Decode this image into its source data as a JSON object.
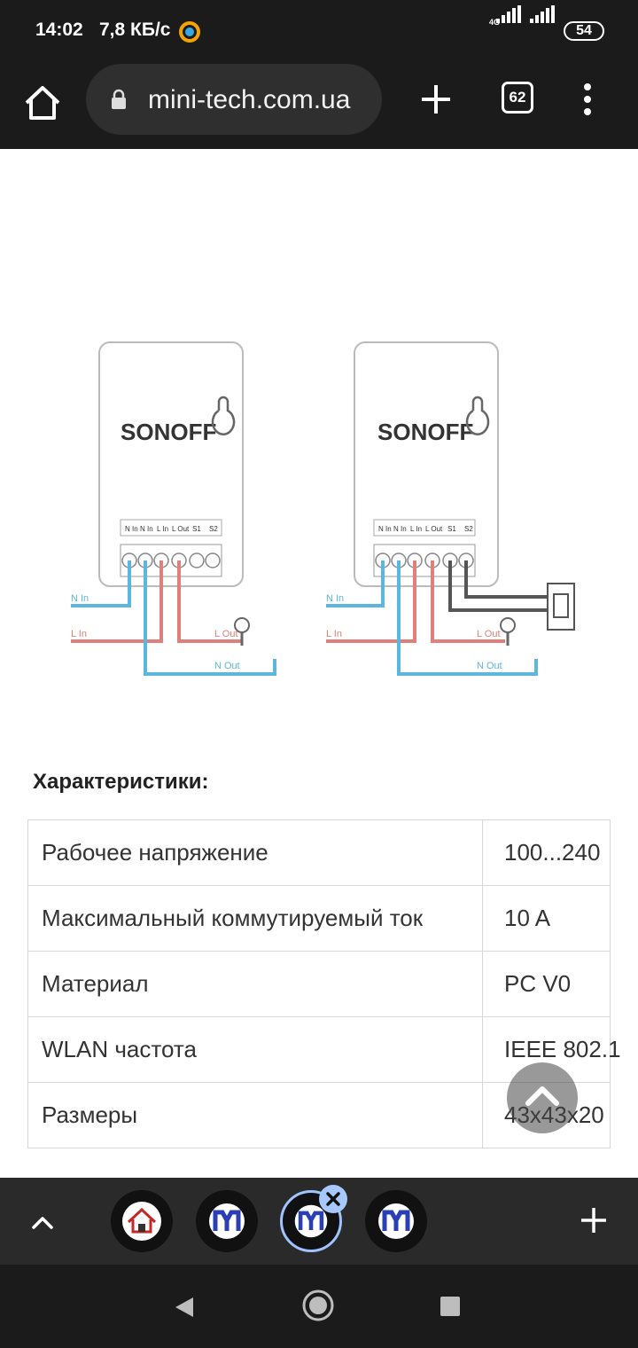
{
  "status_bar": {
    "time": "14:02",
    "network_speed": "7,8 КБ/с",
    "network_type": "4G",
    "battery": "54"
  },
  "browser": {
    "url": "mini-tech.com.ua",
    "tab_count": "62",
    "icons": [
      "home-icon",
      "lock-icon",
      "plus-icon",
      "tabs-icon",
      "more-vert-icon"
    ]
  },
  "diagram": {
    "brand": "SONOFF",
    "terminal_labels": [
      "N In",
      "N In",
      "L In",
      "L Out",
      "S1",
      "S2"
    ],
    "wire_labels": {
      "n_in": "N In",
      "l_in": "L In",
      "l_out": "L Out",
      "n_out": "N Out"
    },
    "colors": {
      "neutral": "#5bb7dd",
      "live": "#e0807a",
      "switch": "#555555"
    }
  },
  "specs": {
    "title": "Характеристики:",
    "rows": [
      {
        "label": "Рабочее напряжение",
        "value": "100...240"
      },
      {
        "label": "Максимальный коммутируемый ток",
        "value": "10 A"
      },
      {
        "label": "Материал",
        "value": "PC V0"
      },
      {
        "label": "WLAN частота",
        "value": "IEEE 802.1"
      },
      {
        "label": "Размеры",
        "value": "43x43x20"
      }
    ]
  },
  "tab_strip": {
    "tabs": [
      {
        "icon": "house-logo-icon",
        "active": false
      },
      {
        "icon": "mt-logo-icon",
        "active": false
      },
      {
        "icon": "mt-logo-icon",
        "active": true
      },
      {
        "icon": "mt-logo-icon",
        "active": false
      }
    ]
  },
  "nav_bar": {
    "icons": [
      "back-icon",
      "home-circle-icon",
      "recents-icon"
    ]
  }
}
